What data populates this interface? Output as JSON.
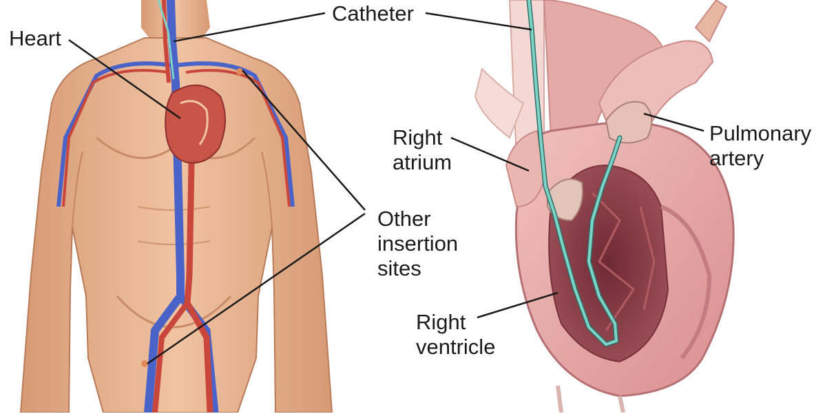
{
  "labels": {
    "catheter": "Catheter",
    "heart": "Heart",
    "other_insertion_sites": [
      "Other",
      "insertion",
      "sites"
    ],
    "right_atrium": [
      "Right",
      "atrium"
    ],
    "pulmonary_artery": [
      "Pulmonary",
      "artery"
    ],
    "right_ventricle": [
      "Right",
      "ventricle"
    ]
  },
  "colors": {
    "skin": "#e9b48f",
    "skin_shadow": "#c98b68",
    "vein": "#4a63c9",
    "artery": "#c8463c",
    "heart_tissue": "#e7a4a2",
    "heart_dark": "#8c3e46",
    "catheter": "#7fd3c6",
    "leader_line": "#1a1a1a"
  }
}
